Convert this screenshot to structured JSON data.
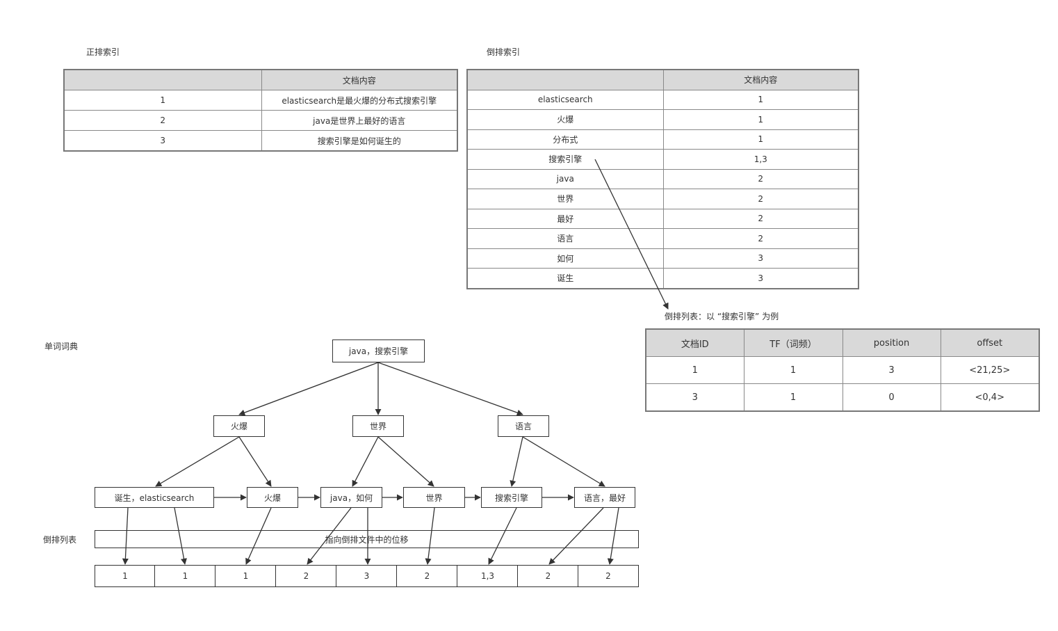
{
  "forward_index": {
    "title": "正排索引",
    "header": [
      "",
      "文档内容"
    ],
    "rows": [
      [
        "1",
        "elasticsearch是最火爆的分布式搜索引擎"
      ],
      [
        "2",
        "java是世界上最好的语言"
      ],
      [
        "3",
        "搜索引擎是如何诞生的"
      ]
    ]
  },
  "inverted_index": {
    "title": "倒排索引",
    "header": [
      "",
      "文档内容"
    ],
    "rows": [
      [
        "elasticsearch",
        "1"
      ],
      [
        "火爆",
        "1"
      ],
      [
        "分布式",
        "1"
      ],
      [
        "搜索引擎",
        "1,3"
      ],
      [
        "java",
        "2"
      ],
      [
        "世界",
        "2"
      ],
      [
        "最好",
        "2"
      ],
      [
        "语言",
        "2"
      ],
      [
        "如何",
        "3"
      ],
      [
        "诞生",
        "3"
      ]
    ]
  },
  "posting_list": {
    "title": "倒排列表：以 “搜索引擎” 为例",
    "header": [
      "文档ID",
      "TF（词频）",
      "position",
      "offset"
    ],
    "rows": [
      [
        "1",
        "1",
        "3",
        "<21,25>"
      ],
      [
        "3",
        "1",
        "0",
        "<0,4>"
      ]
    ]
  },
  "dictionary": {
    "title": "单词词典",
    "root": "java，搜索引擎",
    "internal": [
      "火爆",
      "世界",
      "语言"
    ],
    "leaves": [
      "诞生，elasticsearch",
      "火爆",
      "java，如何",
      "世界",
      "搜索引擎",
      "语言，最好"
    ]
  },
  "posting_bar": {
    "title": "倒排列表",
    "text": "指向倒排文件中的位移",
    "cells": [
      "1",
      "1",
      "1",
      "2",
      "3",
      "2",
      "1,3",
      "2",
      "2"
    ]
  },
  "colors": {
    "header_bg": "#d9d9d9",
    "border": "#888888",
    "line": "#333333"
  }
}
